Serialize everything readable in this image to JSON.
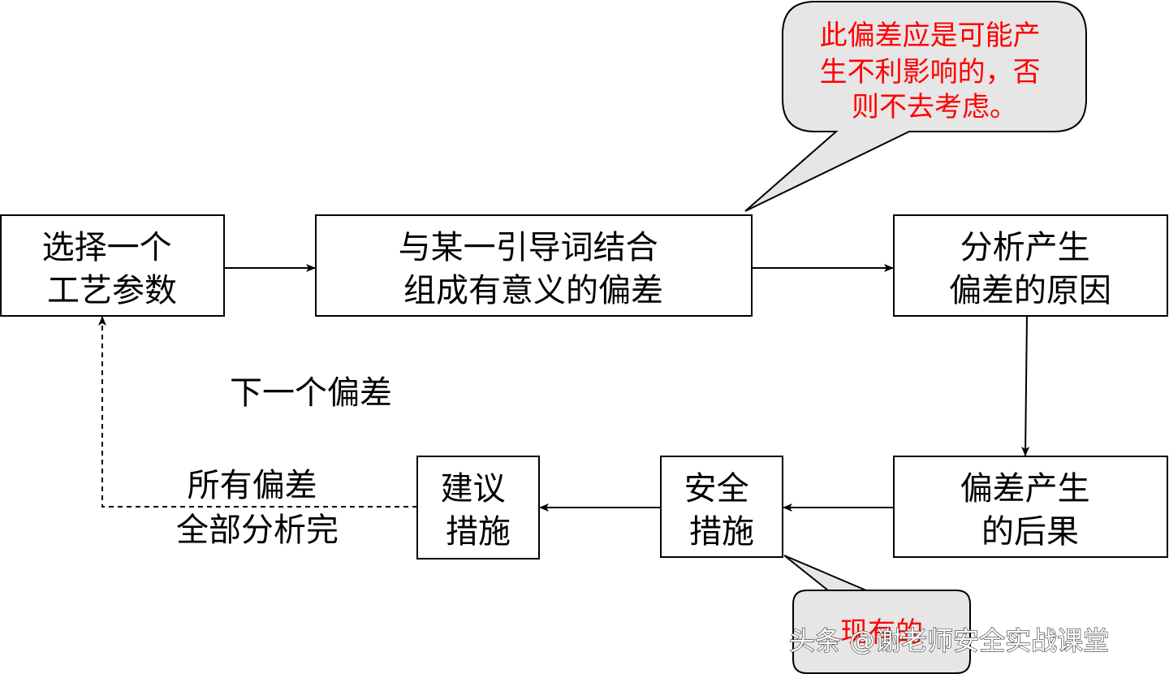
{
  "colors": {
    "box_stroke": "#000000",
    "callout_fill": "#e6e6e6",
    "callout_text": "#ff0000",
    "text": "#000000"
  },
  "boxes": {
    "select_param": {
      "line1": "选择一个",
      "line2": "工艺参数"
    },
    "combine_guideword": {
      "line1": "与某一引导词结合",
      "line2": "组成有意义的偏差"
    },
    "analyze_cause": {
      "line1": "分析产生",
      "line2": "偏差的原因"
    },
    "consequence": {
      "line1": "偏差产生",
      "line2": "的后果"
    },
    "safety_measures": {
      "line1": "安全",
      "line2": "措施"
    },
    "recommendations": {
      "line1": "建议",
      "line2": "措施"
    }
  },
  "callouts": {
    "top": {
      "line1": "此偏差应是可能产",
      "line2": "生不利影响的，否",
      "line3": "则不去考虑。"
    },
    "bottom": {
      "text": "现有的"
    }
  },
  "labels": {
    "next_deviation": "下一个偏差",
    "all_done_line1": "所有偏差",
    "all_done_line2": "全部分析完"
  },
  "watermark": "头条 @谢老师安全实战课堂"
}
